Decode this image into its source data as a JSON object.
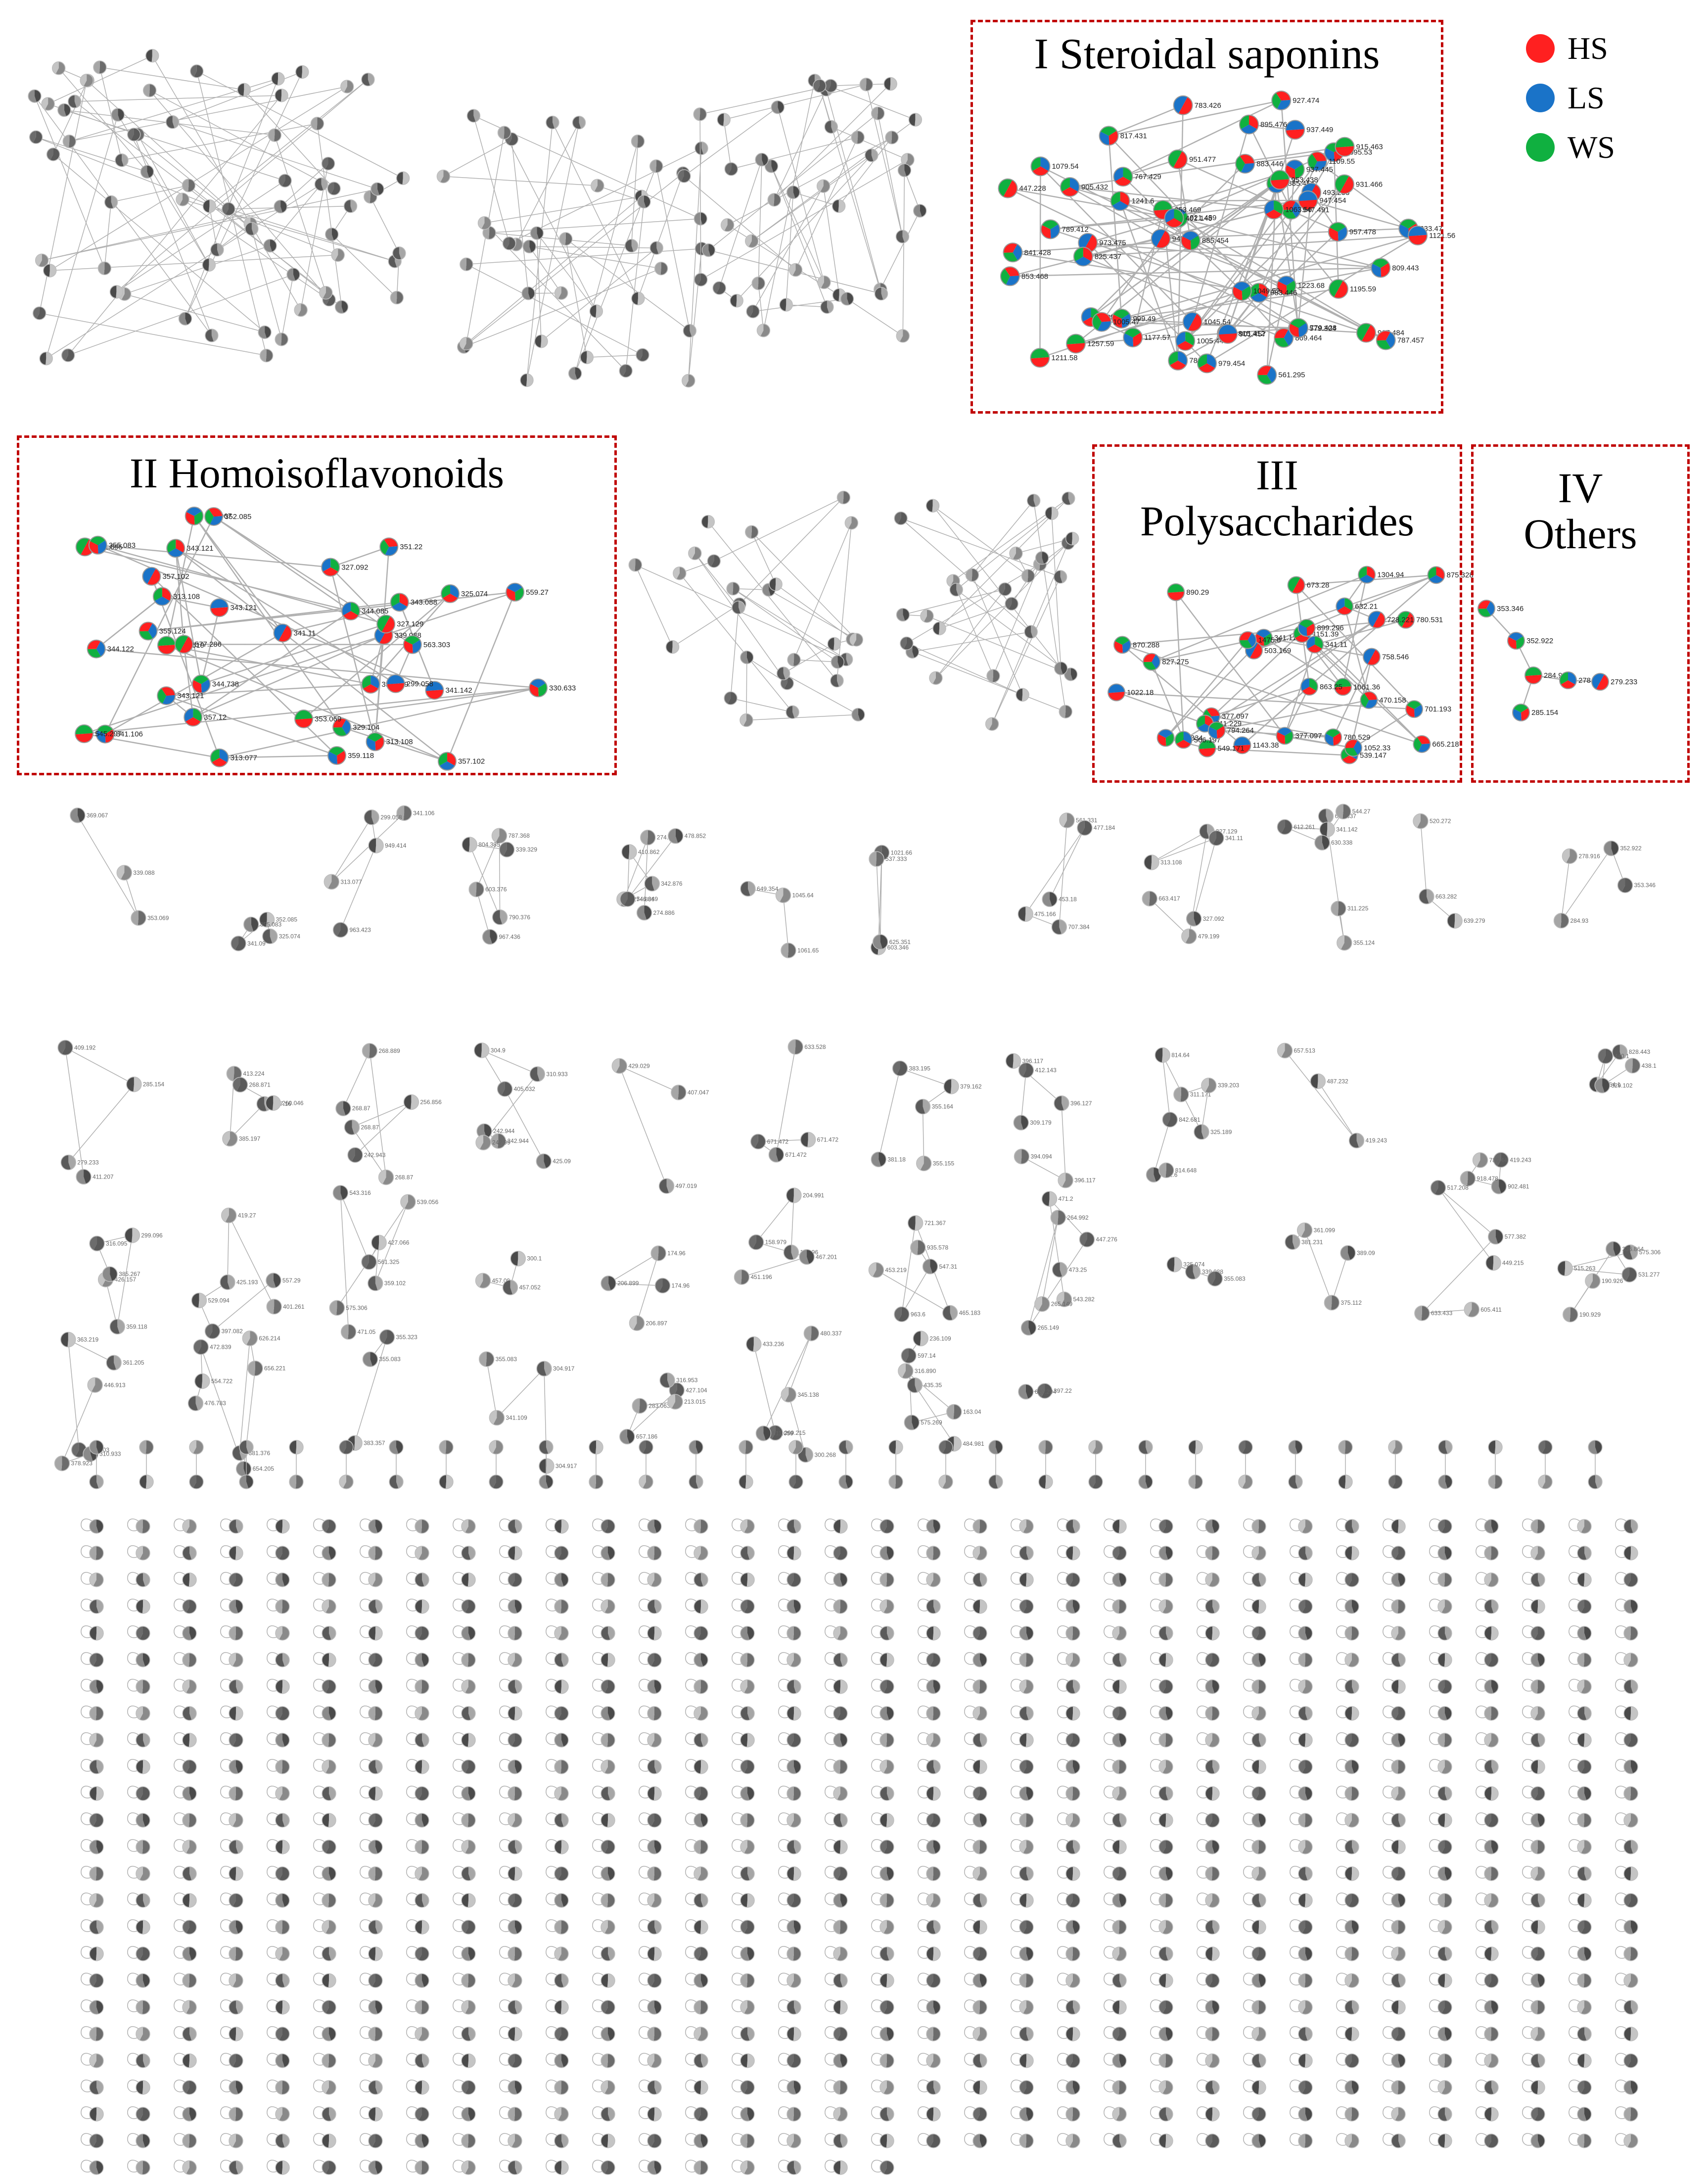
{
  "legend": [
    {
      "label": "HS",
      "color": "#ff2020"
    },
    {
      "label": "LS",
      "color": "#1a73c8"
    },
    {
      "label": "WS",
      "color": "#10b040"
    }
  ],
  "clusters": {
    "I": {
      "title": "I Steroidal saponins"
    },
    "II": {
      "title": "II Homoisoflavonoids"
    },
    "III": {
      "line1": "III",
      "line2": "Polysaccharides"
    },
    "IV": {
      "line1": "IV",
      "line2": "Others"
    }
  },
  "colors": {
    "HS": "#ff2020",
    "LS": "#1a73c8",
    "WS": "#10b040",
    "box": "#c00000",
    "edge": "#b0b0b0"
  },
  "steroidal_nodes": [
    "885.454",
    "561.295",
    "1223.68",
    "1257.59",
    "579.304",
    "493.233",
    "1095.53",
    "883.446",
    "899.477",
    "967.484",
    "789.412",
    "947.454",
    "1241.6",
    "787.457",
    "921.459",
    "915.463",
    "905.432",
    "945.470",
    "833.47",
    "1109.55",
    "1005.44",
    "931.466",
    "815.412",
    "937.449",
    "895.476",
    "947.491",
    "937.445",
    "953.469",
    "781.481",
    "783.426",
    "817.431",
    "927.474",
    "767.429",
    "951.477",
    "957.478",
    "901.457",
    "983.446",
    "841.428",
    "885.454",
    "953.438",
    "979.454",
    "973.475",
    "809.443",
    "853.468",
    "1063.56",
    "1195.59",
    "999.49",
    "1121.56",
    "825.437",
    "869.464",
    "1049.52",
    "1211.58",
    "1079.54",
    "1045.54",
    "1177.57",
    "1005.47",
    "401.148",
    "447.228",
    "779.428"
  ],
  "homoiso_nodes": [
    "357.102",
    "329.104",
    "369.067",
    "344.619",
    "353.069",
    "339.088",
    "313.108",
    "351.22",
    "327.092",
    "327.129",
    "344.738",
    "343.121",
    "313.108",
    "344.122",
    "330.633",
    "353.069",
    "325.074",
    "341.11",
    "341.106",
    "352.085",
    "344.085",
    "341.095",
    "355.083",
    "341.142",
    "343.088",
    "355.124",
    "559.27",
    "545.297",
    "313.077",
    "357.102",
    "359.118",
    "343.121",
    "357.12",
    "577.286",
    "563.303",
    "299.058",
    "343.121"
  ],
  "poly_nodes": [
    "1304.94",
    "827.275",
    "341.11",
    "1061.36",
    "1151.39",
    "503.169",
    "899.296",
    "665.218",
    "341.11",
    "780.531",
    "870.288",
    "1143.38",
    "875.328",
    "1475.6",
    "969.334",
    "549.171",
    "539.147",
    "758.546",
    "780.529",
    "377.097",
    "863.25",
    "673.28",
    "701.193",
    "1022.18",
    "711.229",
    "1052.33",
    "377.097",
    "890.29",
    "566.197",
    "728.221",
    "794.264",
    "470.158",
    "632.21"
  ],
  "others_nodes": [
    "353.346",
    "352.922",
    "284.93",
    "278.916",
    "279.233",
    "285.154"
  ],
  "grey_network_labels": [
    "369.067",
    "353.069",
    "339.088",
    "325.074",
    "352.085",
    "341.09",
    "355.083",
    "341.106",
    "313.077",
    "299.058",
    "949.414",
    "963.423",
    "967.436",
    "603.376",
    "787.368",
    "790.376",
    "804.385",
    "339.329",
    "274.886",
    "274.886",
    "274.886",
    "342.876",
    "410.862",
    "546.849",
    "478.852",
    "1061.65",
    "1045.64",
    "649.354",
    "603.346",
    "1021.66",
    "625.351",
    "537.333",
    "561.331",
    "707.384",
    "475.166",
    "477.184",
    "453.18",
    "663.417",
    "479.199",
    "327.129",
    "313.108",
    "341.11",
    "327.092",
    "311.225",
    "355.124",
    "614.337",
    "341.142",
    "612.261",
    "630.338",
    "544.27",
    "520.272",
    "663.282",
    "639.279",
    "353.346",
    "352.922",
    "284.93",
    "278.916",
    "279.233",
    "285.154",
    "409.192",
    "411.207",
    "413.224",
    "385.197",
    "357.16",
    "260.046",
    "268.871",
    "268.87",
    "268.889",
    "268.87",
    "268.87",
    "256.856",
    "242.943",
    "242.944",
    "242.944",
    "242.99",
    "310.933",
    "304.9",
    "405.032",
    "425.09",
    "407.047",
    "429.029",
    "497.019",
    "671.472",
    "671.472",
    "671.472",
    "633.528",
    "355.155",
    "355.164",
    "379.162",
    "383.195",
    "381.18",
    "394.094",
    "396.117",
    "396.127",
    "396.117",
    "412.143",
    "309.179",
    "311.171",
    "339.203",
    "325.189",
    "814.64",
    "842.681",
    "842.6",
    "814.648",
    "657.513",
    "419.243",
    "487.232",
    "419.243",
    "902.481",
    "918.478",
    "786.44",
    "828.443",
    "454.1",
    "440.1",
    "329.102",
    "438.1",
    "426.157",
    "359.118",
    "299.096",
    "316.095",
    "385.267",
    "401.261",
    "419.27",
    "425.193",
    "529.094",
    "397.082",
    "557.29",
    "575.306",
    "539.056",
    "359.102",
    "427.066",
    "561.325",
    "543.316",
    "471.05",
    "457.09",
    "457.052",
    "300.1",
    "174.96",
    "206.899",
    "174.96",
    "206.897",
    "174.96",
    "204.991",
    "158.979",
    "467.201",
    "451.196",
    "453.219",
    "465.183",
    "721.367",
    "963.6",
    "547.31",
    "935.578",
    "543.282",
    "473.25",
    "471.2",
    "447.276",
    "265.149",
    "264.992",
    "265.149",
    "339.088",
    "325.074",
    "355.083",
    "389.09",
    "375.112",
    "361.099",
    "381.231",
    "449.215",
    "517.208",
    "577.382",
    "633.433",
    "605.411",
    "575.306",
    "515.263",
    "531.277",
    "336.864",
    "190.929",
    "190.926",
    "361.205",
    "363.219",
    "361.203",
    "310.933",
    "378.923",
    "446.913",
    "476.783",
    "554.722",
    "472.839",
    "654.205",
    "656.221",
    "626.214",
    "381.376",
    "383.357",
    "355.323",
    "355.083",
    "355.083",
    "341.109",
    "304.917",
    "304.917",
    "427.104",
    "657.186",
    "283.063",
    "213.015",
    "316.953",
    "433.236",
    "269.215",
    "511.059",
    "480.337",
    "345.138",
    "300.268",
    "236.109",
    "597.14",
    "575.269",
    "163.04",
    "316.890",
    "435.35",
    "484.981",
    "397.22",
    "620.294"
  ]
}
